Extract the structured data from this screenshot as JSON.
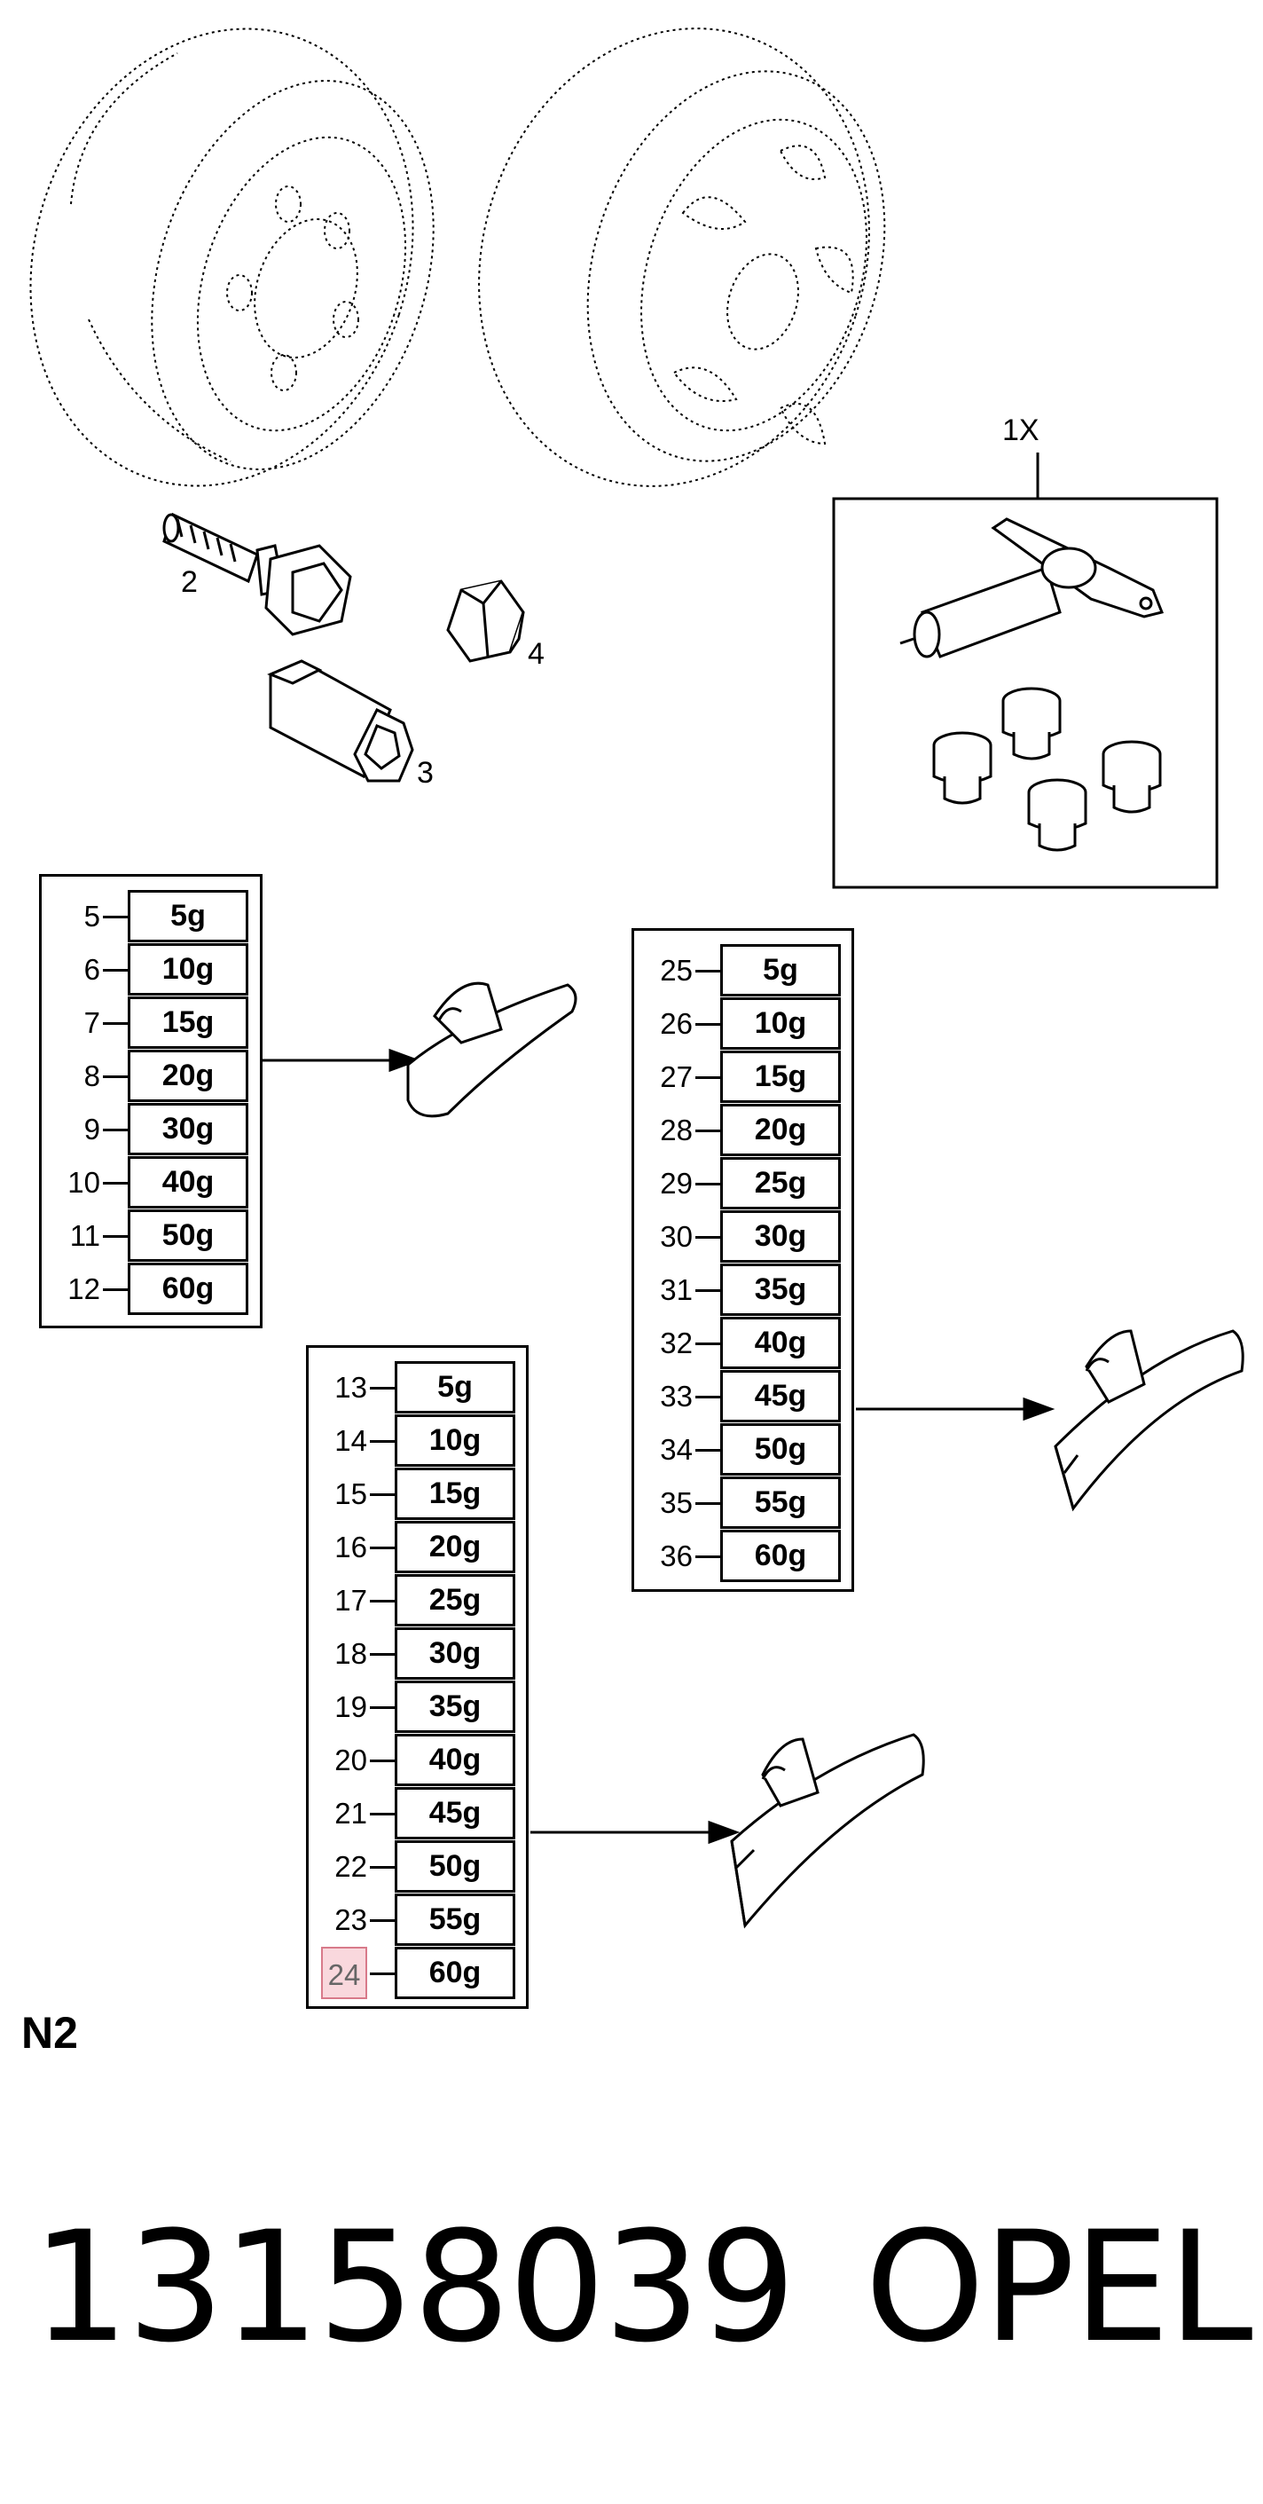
{
  "callouts": {
    "kit": "1X",
    "bolt": "2",
    "sleeve": "3",
    "nut": "4"
  },
  "tables": [
    {
      "id": "small-clip",
      "rows": [
        {
          "num": "5",
          "weight": "5g"
        },
        {
          "num": "6",
          "weight": "10g"
        },
        {
          "num": "7",
          "weight": "15g"
        },
        {
          "num": "8",
          "weight": "20g"
        },
        {
          "num": "9",
          "weight": "30g"
        },
        {
          "num": "10",
          "weight": "40g"
        },
        {
          "num": "11",
          "weight": "50g"
        },
        {
          "num": "12",
          "weight": "60g"
        }
      ]
    },
    {
      "id": "large-clip",
      "rows": [
        {
          "num": "25",
          "weight": "5g"
        },
        {
          "num": "26",
          "weight": "10g"
        },
        {
          "num": "27",
          "weight": "15g"
        },
        {
          "num": "28",
          "weight": "20g"
        },
        {
          "num": "29",
          "weight": "25g"
        },
        {
          "num": "30",
          "weight": "30g"
        },
        {
          "num": "31",
          "weight": "35g"
        },
        {
          "num": "32",
          "weight": "40g"
        },
        {
          "num": "33",
          "weight": "45g"
        },
        {
          "num": "34",
          "weight": "50g"
        },
        {
          "num": "35",
          "weight": "55g"
        },
        {
          "num": "36",
          "weight": "60g"
        }
      ]
    },
    {
      "id": "medium-clip",
      "highlighted_row": "24",
      "rows": [
        {
          "num": "13",
          "weight": "5g"
        },
        {
          "num": "14",
          "weight": "10g"
        },
        {
          "num": "15",
          "weight": "15g"
        },
        {
          "num": "16",
          "weight": "20g"
        },
        {
          "num": "17",
          "weight": "25g"
        },
        {
          "num": "18",
          "weight": "30g"
        },
        {
          "num": "19",
          "weight": "35g"
        },
        {
          "num": "20",
          "weight": "40g"
        },
        {
          "num": "21",
          "weight": "45g"
        },
        {
          "num": "22",
          "weight": "50g"
        },
        {
          "num": "23",
          "weight": "55g"
        },
        {
          "num": "24",
          "weight": "60g"
        }
      ]
    }
  ],
  "section_code": "N2",
  "part_number": "13158039",
  "brand": "OPEL",
  "colors": {
    "highlight_fill": "#f9d8dd",
    "highlight_border": "#d87a8a"
  }
}
